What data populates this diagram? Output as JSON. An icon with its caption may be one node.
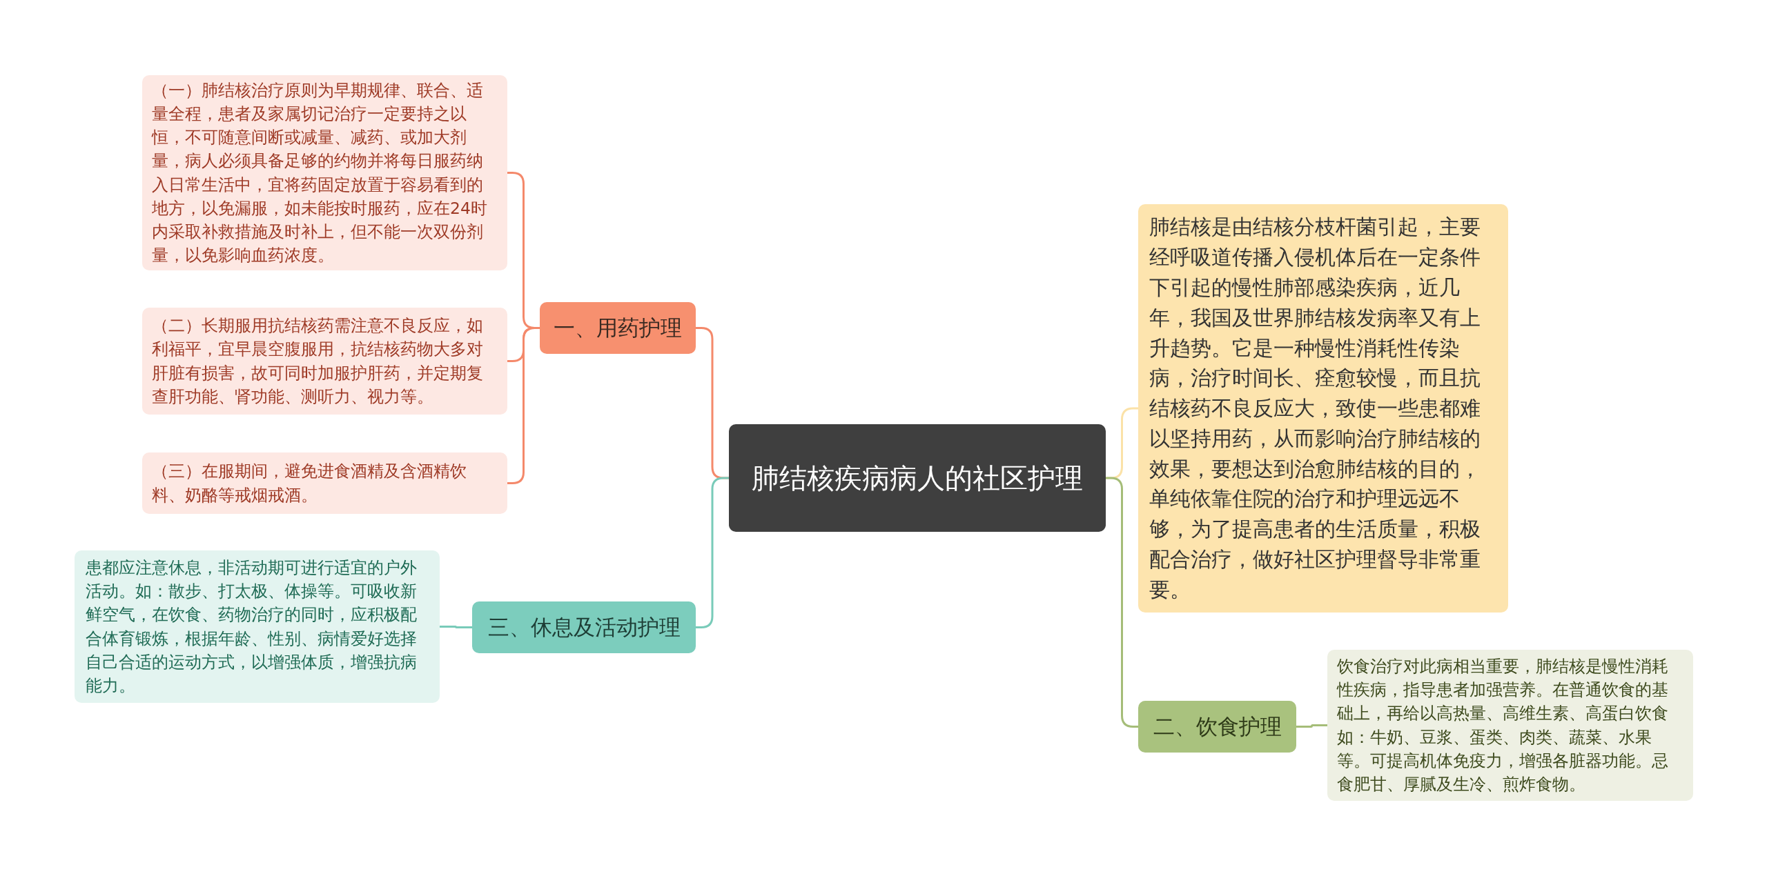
{
  "diagram": {
    "nodes": [
      {
        "text": [
          "肺结核疾病病人的社区护理"
        ]
      },
      {
        "text": [
          "一、用药护理"
        ]
      },
      {
        "text": [
          "（一）肺结核治疗原则为早期规律、联合、适量全程，患者及家属切记治疗一定要持之以恒，不可随意间断或减量、减药、或加大剂量，病人必须具备足够的约物并将每日服药纳入日常生活中，宜将药固定放置于容易看到的地方，以免漏服，如未能按时服药，应在24时内采取补救措施及时补上，但不能一次双份剂量，以免影响血药浓度。"
        ]
      },
      {
        "text": [
          "（二）长期服用抗结核药需注意不良反应，如利福平，宜早晨空腹服用，抗结核药物大多对肝脏有损害，故可同时加服护肝药，并定期复查肝功能、肾功能、测听力、视力等。"
        ]
      },
      {
        "text": [
          "（三）在服期间，避免进食酒精及含酒精饮料、奶酪等戒烟戒酒。"
        ]
      },
      {
        "text": [
          "三、休息及活动护理"
        ]
      },
      {
        "text": [
          "患都应注意休息，非活动期可进行适宜的户外活动。如：散步、打太极、体操等。可吸收新鲜空气，在饮食、药物治疗的同时，应积极配合体育锻炼，根据年龄、性别、病情爱好选择自己合适的运动方式，以增强体质，增强抗病能力。"
        ]
      },
      {
        "text": [
          "肺结核是由结核分枝杆菌引起，主要经呼吸道传播入侵机体后在一定条件下引起的慢性肺部感染疾病，近几年，我国及世界肺结核发病率又有上升趋势。它是一种慢性消耗性传染病，治疗时间长、痊愈较慢，而且抗结核药不良反应大，致使一些患都难以坚持用药，从而影响治疗肺结核的效果，要想达到治愈肺结核的目的，单纯依靠住院的治疗和护理远远不够，为了提高患者的生活质量，积极配合治疗，做好社区护理督导非常重要。"
        ]
      },
      {
        "text": [
          "二、饮食护理"
        ]
      },
      {
        "text": [
          "饮食治疗对此病相当重要，肺结核是慢性消耗性疾病，指导患者加强营养。在普通饮食的基础上，再给以高热量、高维生素、高蛋白饮食如：牛奶、豆浆、蛋类、肉类、蔬菜、水果等。可提高机体免疫力，增强各脏器功能。忌食肥甘、厚腻及生冷、煎炸食物。"
        ]
      }
    ],
    "edges": [
      {
        "from": 0,
        "to": 1,
        "arrow": "none",
        "color": "#f4896b"
      },
      {
        "from": 1,
        "to": 2,
        "arrow": "none",
        "color": "#f4896b"
      },
      {
        "from": 1,
        "to": 3,
        "arrow": "none",
        "color": "#f4896b"
      },
      {
        "from": 1,
        "to": 4,
        "arrow": "none",
        "color": "#f4896b"
      },
      {
        "from": 0,
        "to": 5,
        "arrow": "none",
        "color": "#79cbb9"
      },
      {
        "from": 5,
        "to": 6,
        "arrow": "none",
        "color": "#79cbb9"
      },
      {
        "from": 0,
        "to": 7,
        "arrow": "none",
        "color": "#fbe2a8"
      },
      {
        "from": 0,
        "to": 8,
        "arrow": "none",
        "color": "#a5bd78"
      },
      {
        "from": 8,
        "to": 9,
        "arrow": "none",
        "color": "#a5bd78"
      }
    ]
  }
}
